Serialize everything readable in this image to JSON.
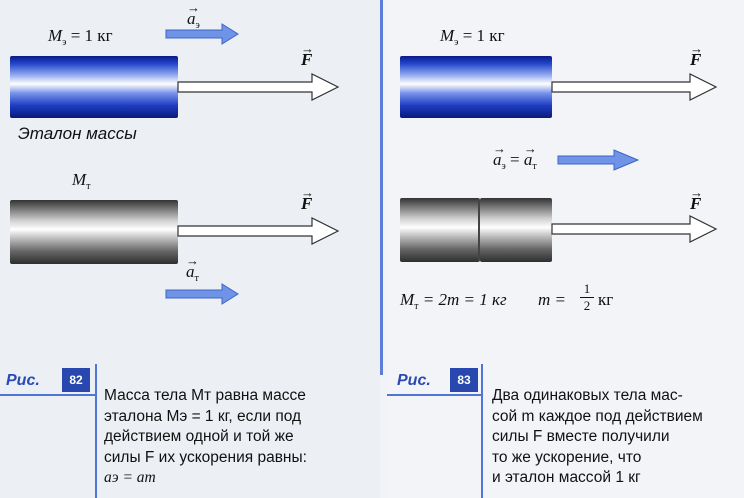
{
  "left": {
    "m_etalon": "M",
    "m_etalon_sub": "э",
    "m_etalon_val": "= 1 кг",
    "a_etalon": "a",
    "a_etalon_sub": "э",
    "force": "F",
    "etalon_label": "Эталон массы",
    "m_body": "M",
    "m_body_sub": "т",
    "force2": "F",
    "a_body": "a",
    "a_body_sub": "т"
  },
  "right": {
    "m_etalon": "M",
    "m_etalon_sub": "э",
    "m_etalon_val": "= 1 кг",
    "force": "F",
    "a_eq_lhs": "a",
    "a_eq_lhs_sub": "э",
    "a_eq_rhs": "a",
    "a_eq_rhs_sub": "т",
    "force2": "F",
    "mass_eq1_M": "M",
    "mass_eq1_sub": "т",
    "mass_eq1_rest": "= 2m = 1 кг",
    "mass_eq2": "m =",
    "frac_num": "1",
    "frac_den": "2",
    "mass_unit": "кг"
  },
  "caption82": {
    "label": "Рис.",
    "number": "82",
    "lines": [
      "Масса тела Mт равна массе",
      "эталона Mэ = 1 кг, если под",
      "действием одной и той же",
      "силы F их ускорения равны:",
      "aэ = aт"
    ]
  },
  "caption83": {
    "label": "Рис.",
    "number": "83",
    "lines": [
      "Два одинаковых тела мас-",
      "сой m каждое под действием",
      "силы F вместе получили",
      "то же ускорение, что",
      "и эталон массой 1 кг"
    ]
  },
  "colors": {
    "accent": "#2848b0",
    "arrow": "#5b80d8"
  }
}
